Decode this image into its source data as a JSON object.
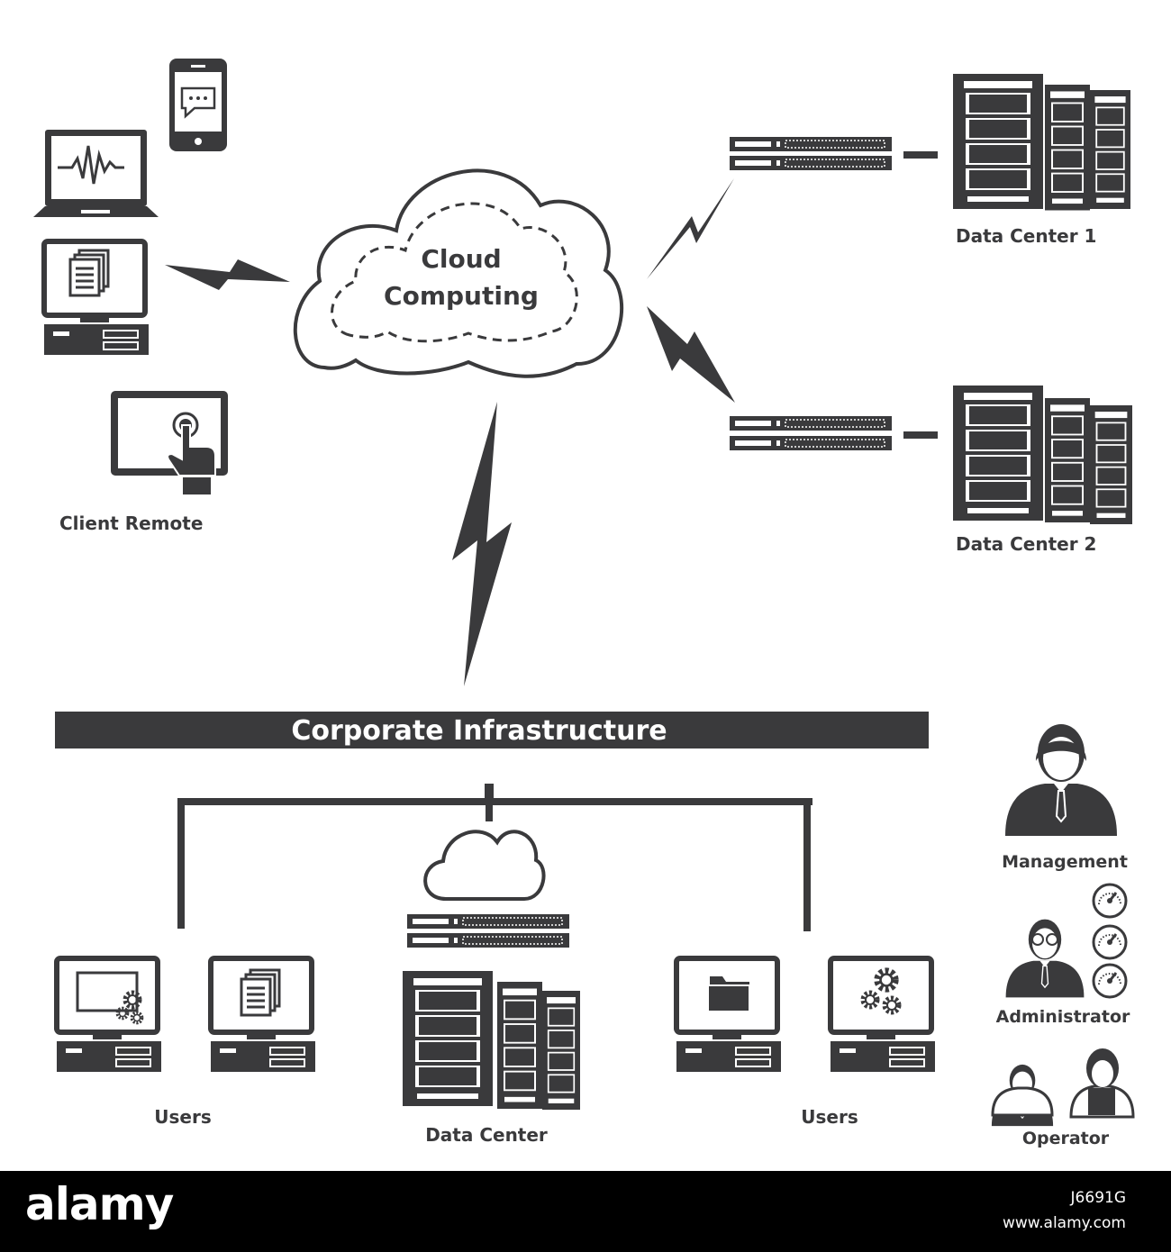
{
  "labels": {
    "cloud_line1": "Cloud",
    "cloud_line2": "Computing",
    "client_remote": "Client Remote",
    "data_center_1": "Data Center 1",
    "data_center_2": "Data Center 2",
    "corporate_infrastructure": "Corporate Infrastructure",
    "users_left": "Users",
    "data_center": "Data Center",
    "users_right": "Users",
    "management": "Management",
    "administrator": "Administrator",
    "operator": "Operator"
  },
  "footer": {
    "logo": "alamy",
    "image_id": "J6691G",
    "url": "www.alamy.com"
  },
  "colors": {
    "icon": "#3a3a3c",
    "background": "#ffffff",
    "footer": "#000000"
  }
}
